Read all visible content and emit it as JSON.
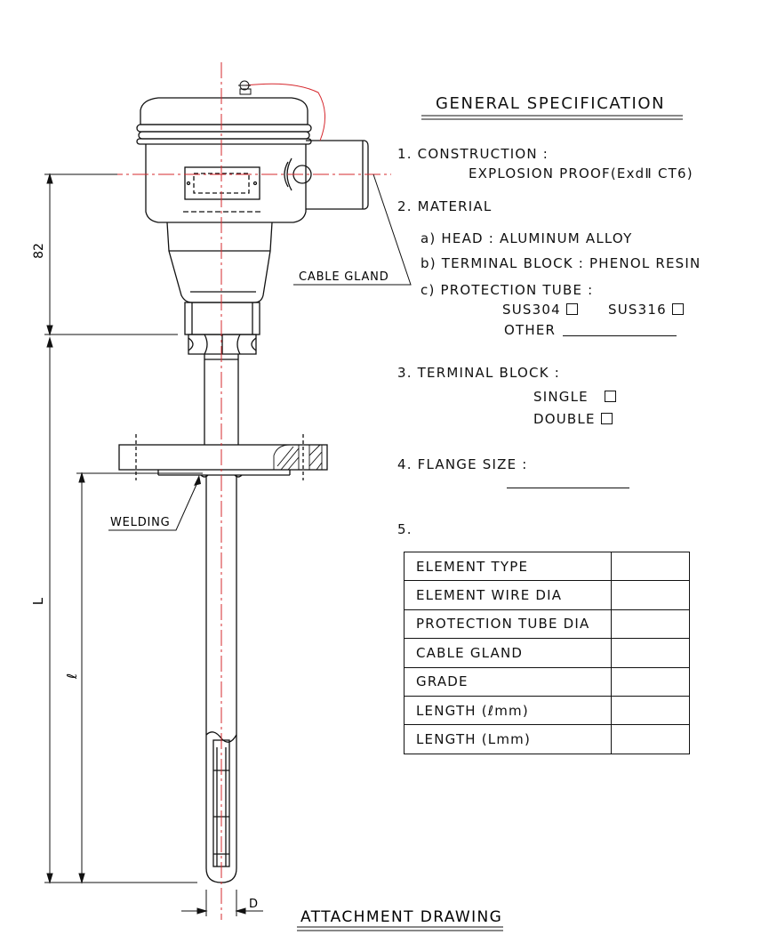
{
  "spec": {
    "title": "GENERAL SPECIFICATION",
    "construction_heading": "1. CONSTRUCTION :",
    "construction_value": "EXPLOSION PROOF(ExdⅡ CT6)",
    "material_heading": "2. MATERIAL",
    "material_head": "a) HEAD : ALUMINUM ALLOY",
    "material_terminal": "b) TERMINAL BLOCK : PHENOL RESIN",
    "material_tube": "c) PROTECTION TUBE :",
    "option_sus304": "SUS304",
    "option_sus316": "SUS316",
    "option_other": "OTHER",
    "terminal_heading": "3. TERMINAL BLOCK :",
    "terminal_single": "SINGLE",
    "terminal_double": "DOUBLE",
    "flange_heading": "4. FLANGE SIZE :",
    "item5_heading": "5."
  },
  "table": {
    "rows": [
      {
        "label": "ELEMENT TYPE",
        "value": ""
      },
      {
        "label": "ELEMENT WIRE DIA",
        "value": ""
      },
      {
        "label": "PROTECTION TUBE DIA",
        "value": ""
      },
      {
        "label": "CABLE GLAND",
        "value": ""
      },
      {
        "label": "GRADE",
        "value": ""
      },
      {
        "label": "LENGTH (ℓmm)",
        "value": ""
      },
      {
        "label": "LENGTH (Lmm)",
        "value": ""
      }
    ]
  },
  "drawing": {
    "cable_gland_label": "CABLE GLAND",
    "welding_label": "WELDING",
    "dim_82": "82",
    "dim_L": "L",
    "dim_l": "ℓ",
    "dim_D": "D",
    "footer_title": "ATTACHMENT DRAWING",
    "centerline_color": "#d6282e",
    "line_color": "#111111"
  }
}
